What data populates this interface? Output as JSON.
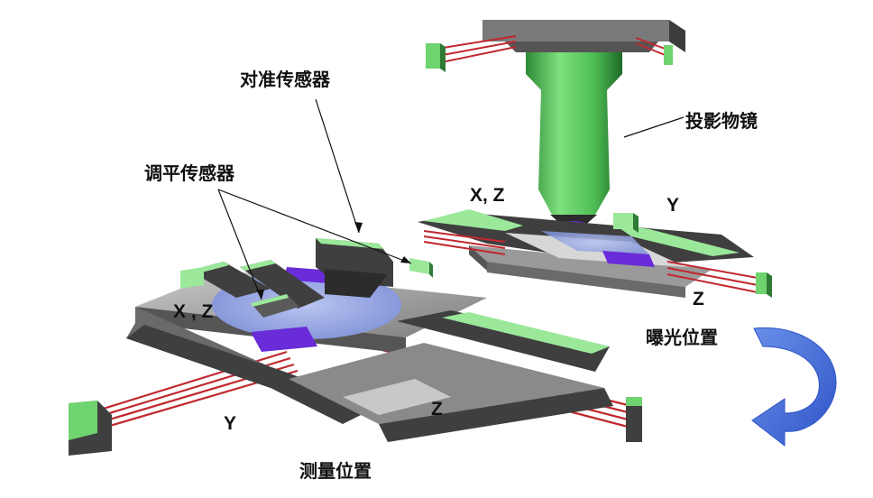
{
  "labels": {
    "alignment_sensor": "对准传感器",
    "leveling_sensor": "调平传感器",
    "projection_lens": "投影物镜",
    "exposure_position": "曝光位置",
    "measurement_position": "测量位置",
    "exposure_xz": "X, Z",
    "exposure_y": "Y",
    "exposure_z": "Z",
    "measure_xz": "X , Z",
    "measure_y": "Y",
    "measure_z": "Z"
  },
  "colors": {
    "lens_green": "#6fd36f",
    "sensor_green": "#9be89b",
    "stage_gray": "#8f8f8f",
    "dark_gray": "#3f3f3f",
    "laser_red": "#c0282e",
    "wafer_blue": "#7f8fd8",
    "mark_purple": "#6a2bd8",
    "arrow_blue": "#4a6fd8"
  }
}
